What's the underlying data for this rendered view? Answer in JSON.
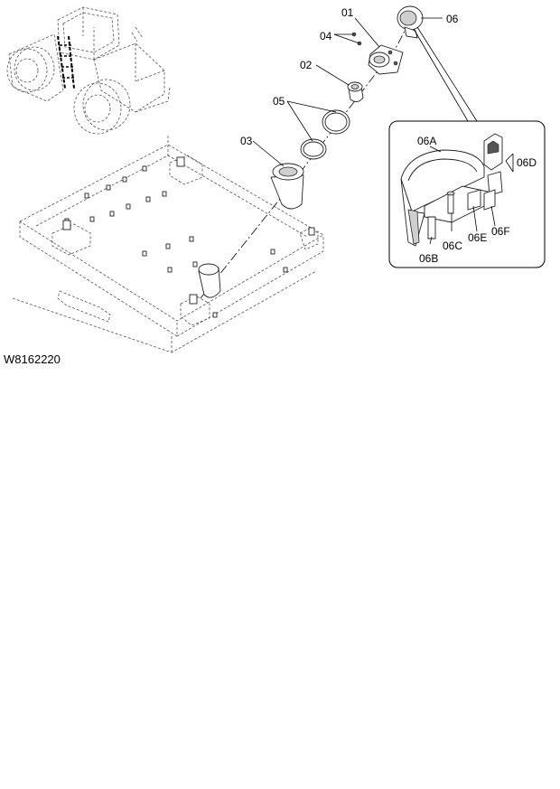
{
  "drawing_code": "W8162220",
  "callouts": {
    "p01": "01",
    "p02": "02",
    "p03": "03",
    "p04": "04",
    "p05": "05",
    "p06": "06"
  },
  "detail_callouts": {
    "p06A": "06A",
    "p06B": "06B",
    "p06C": "06C",
    "p06D": "06D",
    "p06E": "06E",
    "p06F": "06F"
  }
}
